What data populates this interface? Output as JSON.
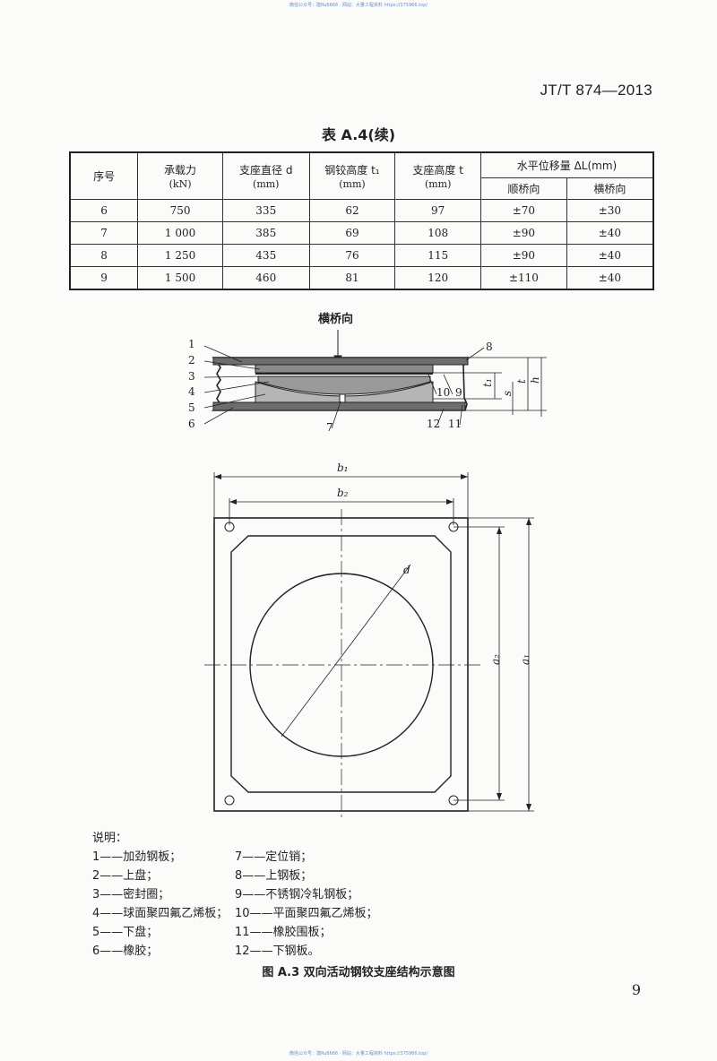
{
  "header": {
    "standard_no": "JT/T 874—2013"
  },
  "watermark": {
    "top": "微信公众号：建Ru6666 · 网站：大量工程资料 https://375966.top/",
    "bottom": "微信公众号：建Ru6666 · 网站：大量工程资料 https://375966.top/"
  },
  "table": {
    "caption": "表 A.4(续)",
    "headers": {
      "no": "序号",
      "load": "承载力",
      "load_unit": "(kN)",
      "diameter": "支座直径 d",
      "diameter_unit": "(mm)",
      "hinge_height": "钢铰高度 t₁",
      "hinge_height_unit": "(mm)",
      "bearing_height": "支座高度 t",
      "bearing_height_unit": "(mm)",
      "displacement": "水平位移量 ΔL(mm)",
      "longitudinal": "顺桥向",
      "transverse": "横桥向"
    },
    "rows": [
      [
        "6",
        "750",
        "335",
        "62",
        "97",
        "±70",
        "±30"
      ],
      [
        "7",
        "1 000",
        "385",
        "69",
        "108",
        "±90",
        "±40"
      ],
      [
        "8",
        "1 250",
        "435",
        "76",
        "115",
        "±90",
        "±40"
      ],
      [
        "9",
        "1 500",
        "460",
        "81",
        "120",
        "±110",
        "±40"
      ]
    ]
  },
  "figure": {
    "direction_label": "横桥向",
    "section_callouts": [
      "1",
      "2",
      "3",
      "4",
      "5",
      "6",
      "7",
      "8",
      "9",
      "10",
      "11",
      "12"
    ],
    "section_dims": {
      "t1": "t₁",
      "s": "s",
      "t": "t",
      "h": "h"
    },
    "plan_dims": {
      "b1": "b₁",
      "b2": "b₂",
      "a1": "a₁",
      "a2": "a₂",
      "d": "d"
    },
    "legend_title": "说明：",
    "legend": [
      "1——加劲钢板；",
      "2——上盘；",
      "3——密封圈；",
      "4——球面聚四氟乙烯板；",
      "5——下盘；",
      "6——橡胶；",
      "7——定位销；",
      "8——上钢板；",
      "9——不锈钢冷轧钢板；",
      "10——平面聚四氟乙烯板；",
      "11——橡胶围板；",
      "12——下钢板。"
    ],
    "caption": "图 A.3   双向活动钢铰支座结构示意图"
  },
  "footer": {
    "page_number": "9"
  }
}
